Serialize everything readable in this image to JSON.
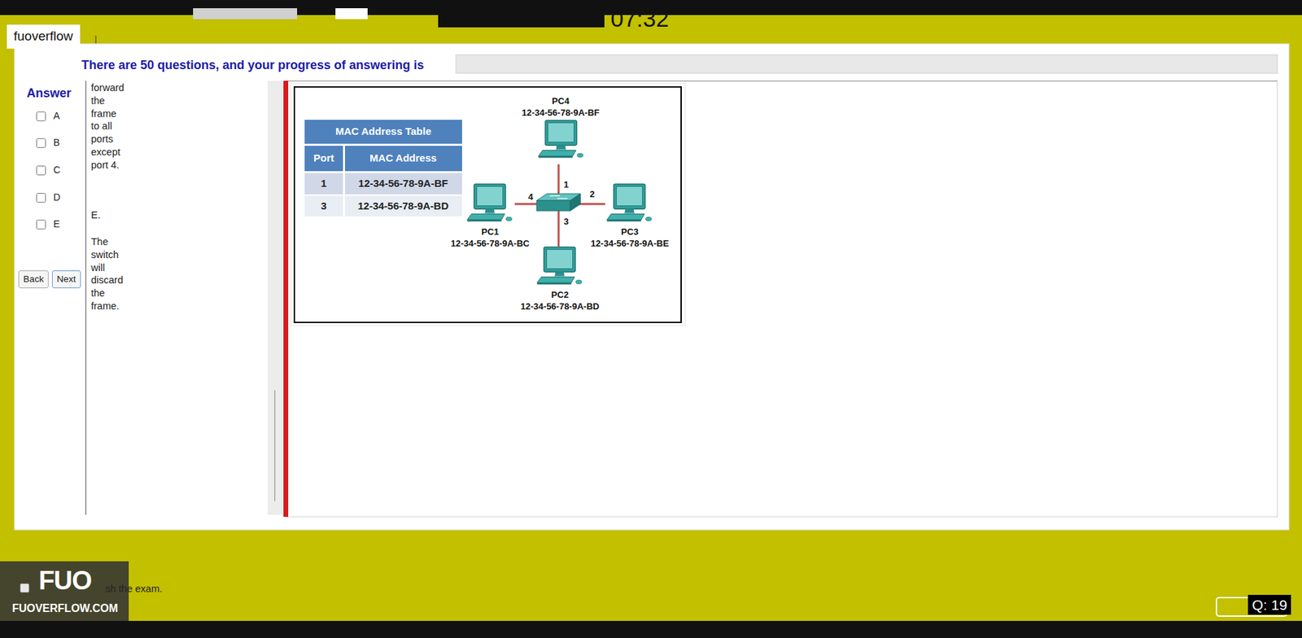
{
  "diagram": {
    "nodes": [
      {
        "text": [
          "PC4",
          "12-34-56-78-9A-BF"
        ]
      },
      {
        "text": [
          "PC1",
          "12-34-56-78-9A-BC"
        ]
      },
      {
        "text": [
          "PC3",
          "12-34-56-78-9A-BE"
        ]
      },
      {
        "text": [
          "PC2",
          "12-34-56-78-9A-BD"
        ]
      }
    ],
    "labels": [
      "fuoverflow",
      "There are 50 questions, and your progress of answering is",
      "07:32",
      "Answer",
      "A",
      "B",
      "C",
      "D",
      "E",
      "Back",
      "Next",
      "forward the frame to all ports except port 4.",
      "E.",
      "The switch will discard the frame.",
      "MAC Address Table",
      "Port",
      "MAC Address",
      "1",
      "12-34-56-78-9A-BF",
      "3",
      "12-34-56-78-9A-BD",
      "1",
      "2",
      "3",
      "4",
      "sh the exam.",
      "FUO",
      "FUOVERFLOW.COM",
      "Q: 19"
    ]
  }
}
